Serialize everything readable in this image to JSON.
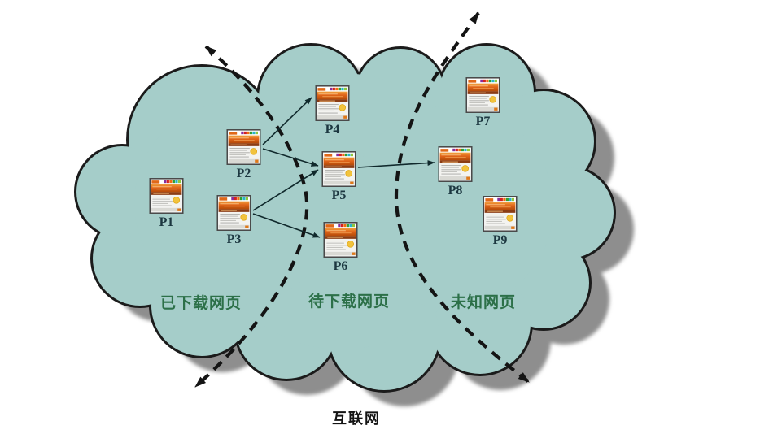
{
  "diagram": {
    "internet_label": "互联网",
    "regions": [
      {
        "id": "downloaded",
        "label": "已下载网页"
      },
      {
        "id": "to-download",
        "label": "待下载网页"
      },
      {
        "id": "unknown",
        "label": "未知网页"
      }
    ],
    "pages": [
      {
        "id": "P1",
        "label": "P1"
      },
      {
        "id": "P2",
        "label": "P2"
      },
      {
        "id": "P3",
        "label": "P3"
      },
      {
        "id": "P4",
        "label": "P4"
      },
      {
        "id": "P5",
        "label": "P5"
      },
      {
        "id": "P6",
        "label": "P6"
      },
      {
        "id": "P7",
        "label": "P7"
      },
      {
        "id": "P8",
        "label": "P8"
      },
      {
        "id": "P9",
        "label": "P9"
      }
    ],
    "links": [
      {
        "from": "P2",
        "to": "P4"
      },
      {
        "from": "P2",
        "to": "P5"
      },
      {
        "from": "P3",
        "to": "P5"
      },
      {
        "from": "P3",
        "to": "P6"
      },
      {
        "from": "P5",
        "to": "P8"
      }
    ],
    "colors": {
      "cloud_fill": "#a5cdc9",
      "cloud_outline": "#1b1b1b",
      "cloud_shadow": "#8e8e8e",
      "region_label": "#2c7048",
      "node_label": "#1c3740",
      "internet_label": "#141414",
      "edge": "#10292c",
      "boundary_dash": "#141414"
    }
  }
}
